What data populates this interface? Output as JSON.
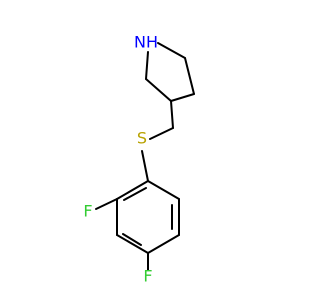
{
  "molecule": {
    "atoms": {
      "nitrogen": {
        "label": "NH",
        "color": "#0000ff"
      },
      "sulfur": {
        "label": "S",
        "color": "#b8a200"
      },
      "fluorine_1": {
        "label": "F",
        "color": "#33cc33"
      },
      "fluorine_2": {
        "label": "F",
        "color": "#33cc33"
      }
    },
    "bond_color": "#000000"
  }
}
